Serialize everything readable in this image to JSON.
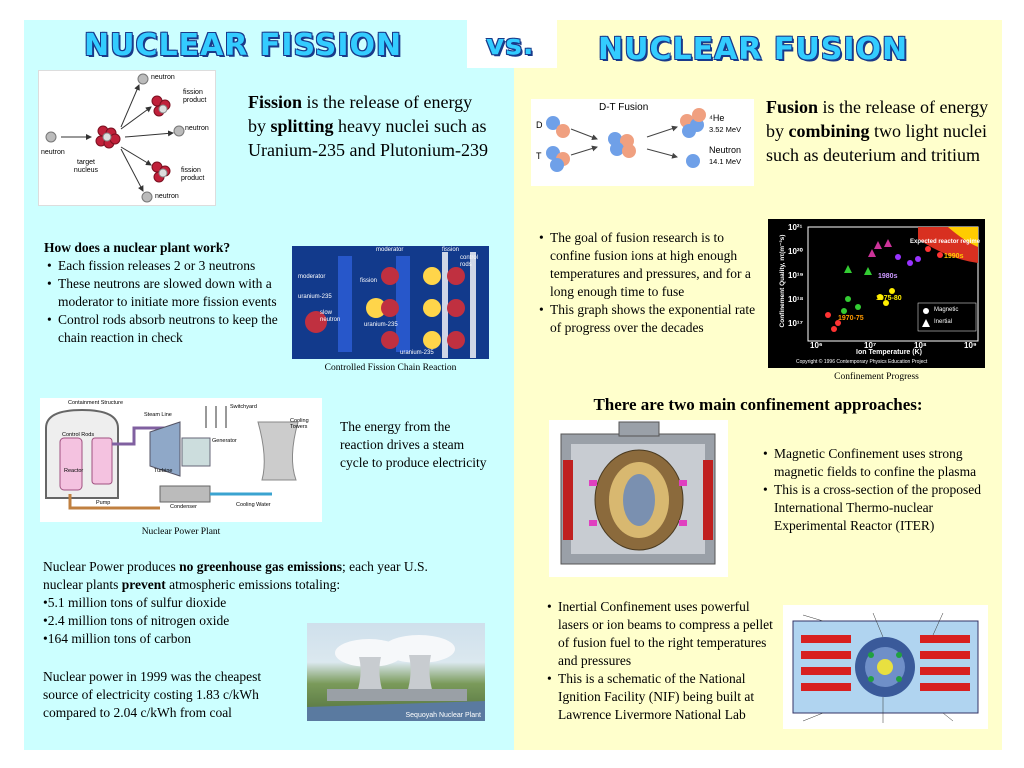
{
  "titles": {
    "fission": "NUCLEAR FISSION",
    "vs": "vs.",
    "fusion": "NUCLEAR FUSION"
  },
  "fission_diagram": {
    "neutron_top": "neutron",
    "fission_product_top": "fission product",
    "neutron_mid": "neutron",
    "neutron_left": "neutron",
    "target_nucleus": "target nucleus",
    "fission_product_bottom": "fission product",
    "neutron_bottom": "neutron"
  },
  "fission_def": {
    "term": "Fission",
    "part1": " is the release of energy by ",
    "emph": "splitting",
    "part2": " heavy nuclei such as Uranium-235 and Plutonium-239"
  },
  "plant_work": {
    "heading": "How does a nuclear plant work?",
    "bullets": [
      "Each fission releases 2 or 3 neutrons",
      "These neutrons are slowed down with a moderator to initiate more fission events",
      "Control rods absorb neutrons to keep the chain reaction in check"
    ]
  },
  "chain_diagram": {
    "fission": "fission",
    "control_rods": "control rods",
    "moderator_top": "moderator",
    "moderator_left": "moderator",
    "fission_mid": "fission",
    "uranium_left": "uranium-235",
    "slow_neutron": "slow neutron",
    "uranium_mid": "uranium-235",
    "uranium_bottom": "uranium-235",
    "caption": "Controlled Fission Chain Reaction"
  },
  "plant_diagram": {
    "containment": "Containment Structure",
    "steam_line": "Steam Line",
    "switchyard": "Switchyard",
    "control_rods": "Control Rods",
    "generator": "Generator",
    "cooling_towers": "Cooling Towers",
    "reactor": "Reactor",
    "turbine": "Turbine",
    "pump": "Pump",
    "condenser": "Condenser",
    "cooling_water": "Cooling Water",
    "caption": "Nuclear Power Plant"
  },
  "energy_text": "The energy from the reaction drives a steam cycle to produce electricity",
  "emissions": {
    "part1": "Nuclear Power produces ",
    "emph1": "no greenhouse gas emissions",
    "part2": "; each year U.S. nuclear plants ",
    "emph2": "prevent",
    "part3": " atmospheric emissions  totaling:",
    "items": [
      "•5.1 million tons of sulfur dioxide",
      "•2.4 million tons of nitrogen oxide",
      "•164 million tons of carbon"
    ]
  },
  "cost_text": "Nuclear power in 1999 was the cheapest source of electricity costing 1.83 c/kWh compared to 2.04 c/kWh from coal",
  "photo_label": "Sequoyah Nuclear Plant",
  "dt_diagram": {
    "title": "D-T Fusion",
    "d": "D",
    "t": "T",
    "he": "⁴He",
    "he_energy": "3.52 MeV",
    "neutron": "Neutron",
    "neutron_energy": "14.1 MeV"
  },
  "fusion_def": {
    "term": "Fusion",
    "part1": " is the release of energy by ",
    "emph": "combining",
    "part2": " two light nuclei such as deuterium and tritium"
  },
  "fusion_goal": {
    "bullets": [
      "The goal of fusion research is to confine fusion ions at high enough temperatures and pressures, and for a long enough time to fuse",
      "This graph shows the exponential rate of progress over the decades"
    ]
  },
  "progress_chart": {
    "y_label": "Confinement Quality, nτ(m⁻³s)",
    "x_label": "Ion Temperature (K)",
    "y_ticks": [
      "10²¹",
      "10²⁰",
      "10¹⁹",
      "10¹⁸",
      "10¹⁷"
    ],
    "x_ticks": [
      "10⁶",
      "10⁷",
      "10⁸",
      "10⁹"
    ],
    "region": "Expected reactor regime",
    "decades": [
      "1990s",
      "1980s",
      "1975-80",
      "1970-75"
    ],
    "legend": [
      "Magnetic",
      "Inertial"
    ],
    "copyright": "Copyright © 1996 Contemporary Physics Education Project",
    "caption": "Confinement Progress"
  },
  "approaches_heading": "There are two main confinement approaches:",
  "magnetic": {
    "bullets": [
      "Magnetic Confinement uses strong magnetic fields to confine the plasma",
      "This is a cross-section of the proposed International Thermo-nuclear Experimental Reactor (ITER)"
    ]
  },
  "inertial": {
    "bullets": [
      "Inertial Confinement uses powerful lasers or ion beams to compress a pellet of fusion fuel to the right temperatures and pressures",
      "This is a schematic of the National Ignition Facility (NIF) being built at Lawrence Livermore National Lab"
    ]
  },
  "colors": {
    "left_bg": "#ccffff",
    "right_bg": "#ffffcc",
    "title_fill": "#33ccff",
    "title_outline": "#1a3a8a"
  }
}
